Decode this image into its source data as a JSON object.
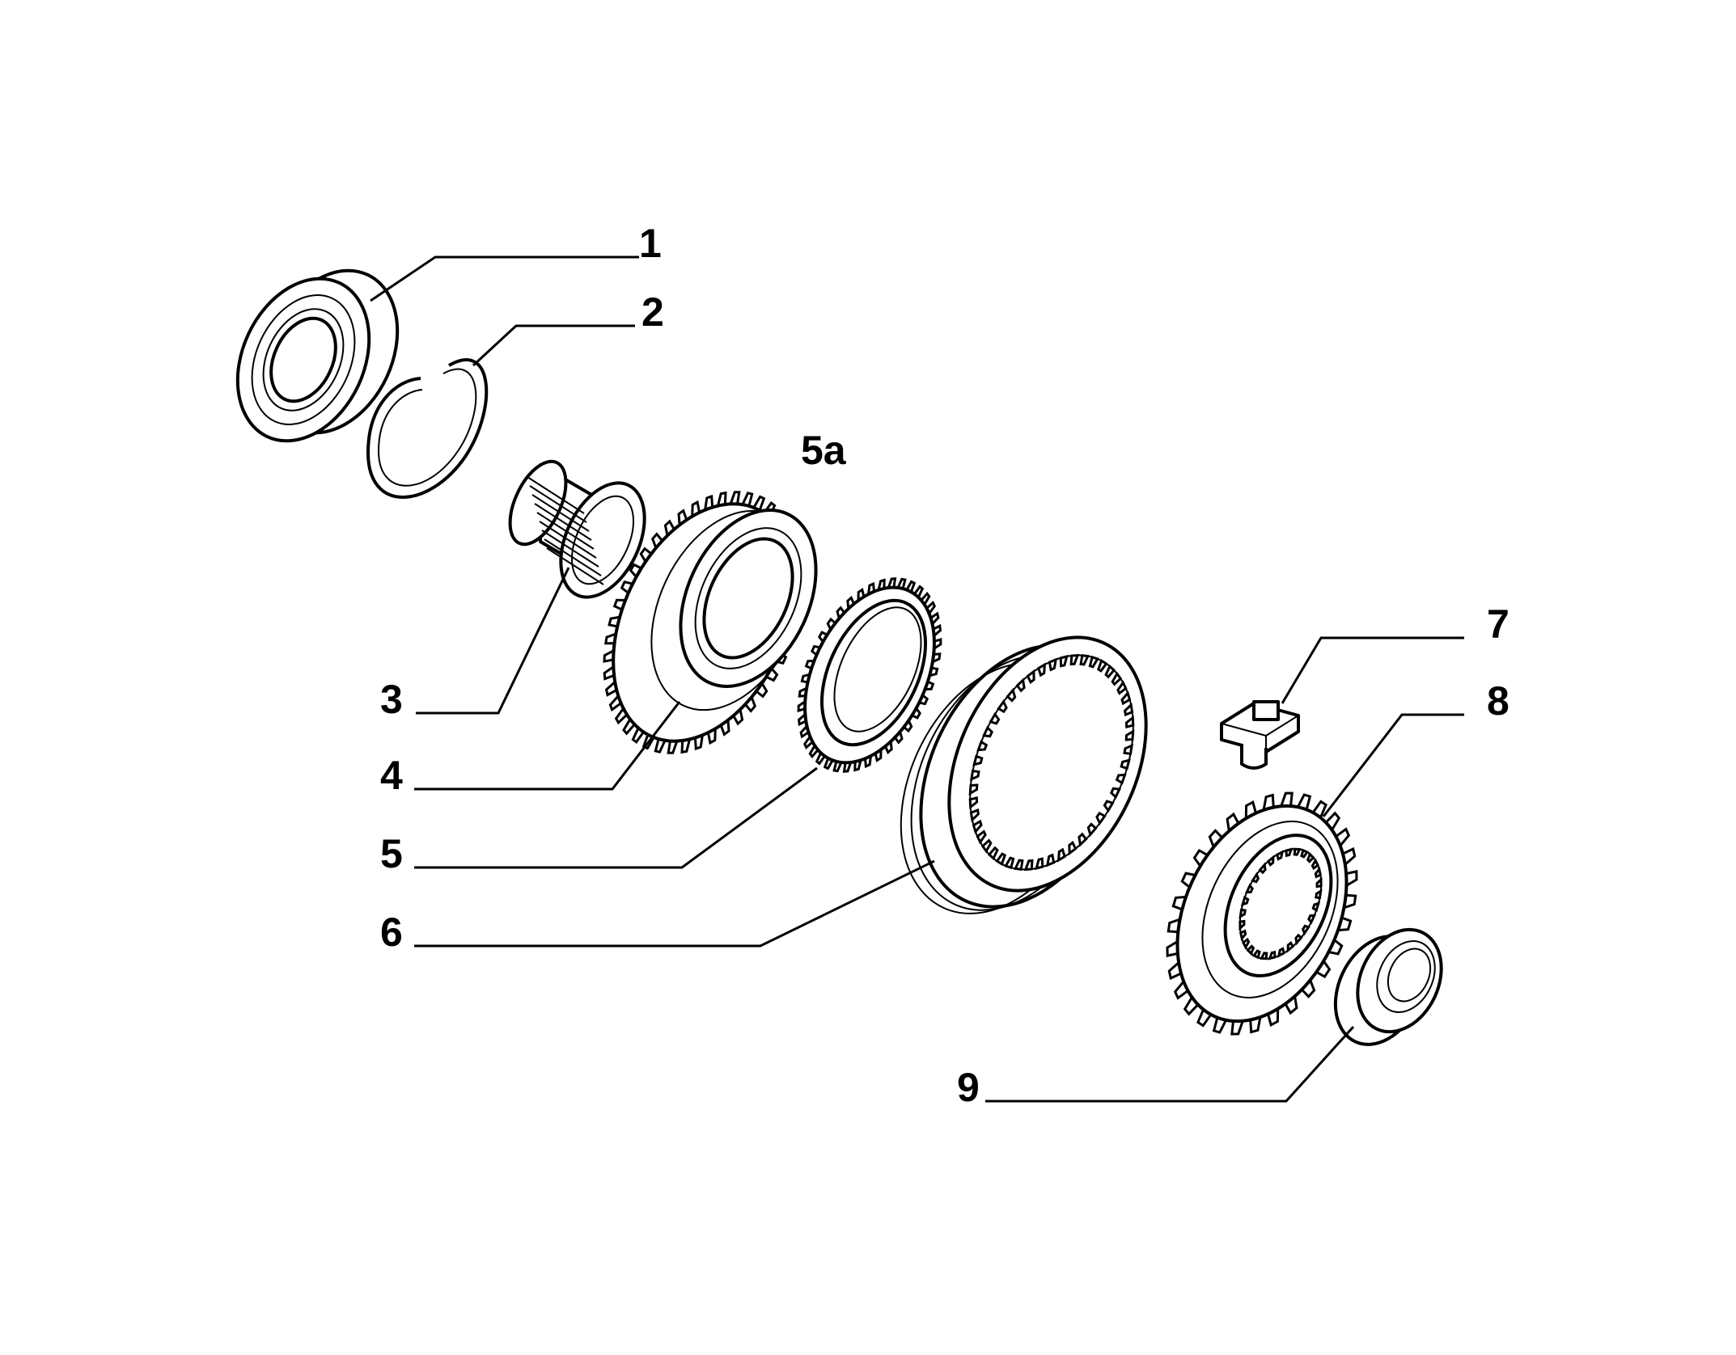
{
  "callouts": [
    {
      "id": "1",
      "label": "1"
    },
    {
      "id": "2",
      "label": "2"
    },
    {
      "id": "3",
      "label": "3"
    },
    {
      "id": "4",
      "label": "4"
    },
    {
      "id": "5",
      "label": "5"
    },
    {
      "id": "5a",
      "label": "5a"
    },
    {
      "id": "6",
      "label": "6"
    },
    {
      "id": "7",
      "label": "7"
    },
    {
      "id": "8",
      "label": "8"
    },
    {
      "id": "9",
      "label": "9"
    }
  ],
  "colors": {
    "line": "#000000",
    "background": "#ffffff"
  }
}
